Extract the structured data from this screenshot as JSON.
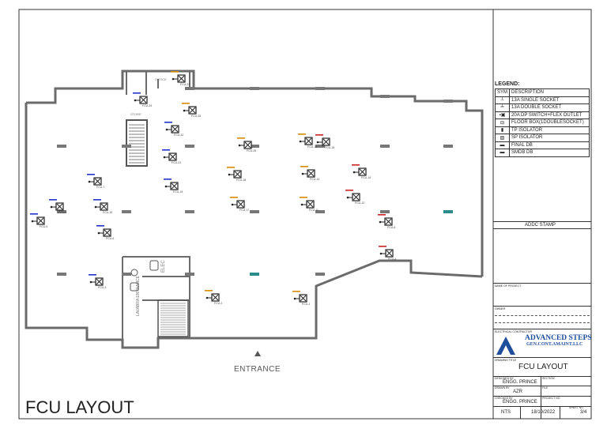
{
  "drawing_title": "FCU LAYOUT",
  "entrance_label": "ENTRANCE",
  "room_labels": {
    "office": "OFFICE",
    "store": "STORE",
    "elec": "ELEC",
    "lavabra_entrance": "LAVABRA ENTRANCE"
  },
  "fcu_units": [
    {
      "tag": "FCU-23"
    },
    {
      "tag": "FCU-24"
    },
    {
      "tag": "FCU-25"
    },
    {
      "tag": "FCU-22"
    },
    {
      "tag": "FCU-21"
    },
    {
      "tag": "FCU-20"
    },
    {
      "tag": "FCU-19"
    },
    {
      "tag": "FCU-18"
    },
    {
      "tag": "FCU-17"
    },
    {
      "tag": "FCU-16"
    },
    {
      "tag": "FCU-15"
    },
    {
      "tag": "FCU-14"
    },
    {
      "tag": "FCU-13"
    },
    {
      "tag": "FCU-12"
    },
    {
      "tag": "FCU-11"
    },
    {
      "tag": "FCU-10"
    },
    {
      "tag": "FCU-9"
    },
    {
      "tag": "FCU-8"
    },
    {
      "tag": "FCU-7"
    },
    {
      "tag": "FCU-6"
    },
    {
      "tag": "FCU-5"
    },
    {
      "tag": "FCU-4"
    },
    {
      "tag": "FCU-3"
    },
    {
      "tag": "FCU-2"
    },
    {
      "tag": "FCU-1"
    }
  ],
  "legend": {
    "title": "LEGEND:",
    "header_sym": "SYM",
    "header_desc": "DESCRIPTION",
    "items": [
      {
        "icon": "single-socket-icon",
        "desc": "13A SINGLE SOCKET"
      },
      {
        "icon": "double-socket-icon",
        "desc": "13A DOUBLE SOCKET"
      },
      {
        "icon": "dp-switch-icon",
        "desc": "20A DP SWITCH+FLEX OUTLET"
      },
      {
        "icon": "floor-box-icon",
        "desc": "FLOOR BOX(1DOUBLESOCKET)"
      },
      {
        "icon": "tp-isolator-icon",
        "desc": "TP ISOLATOR"
      },
      {
        "icon": "sp-isolator-icon",
        "desc": "SP ISOLATOR"
      },
      {
        "icon": "final-db-icon",
        "desc": "FINAL DB"
      },
      {
        "icon": "smdb-icon",
        "desc": "SMDB DB"
      }
    ]
  },
  "title_block": {
    "stamp_label": "ADDC STAMP",
    "project_label": "NAME OF PROJECT",
    "owner_label": "OWNER",
    "contractor_label": "ELECTRICAL CONTRACTOR",
    "company_line1": "ADVANCED STEPS",
    "company_line2": "GEN.CONT.AMAINT.LLC",
    "drawing_title_label": "DRAWING TITLE",
    "drawing_title": "FCU LAYOUT",
    "designed_by_label": "DESIGNED BY",
    "designed_by": "ENGG. PRINCE",
    "section_label": "SECTION",
    "drawn_by_label": "DRAWN BY",
    "drawn_by": "AZR",
    "file_label": "FILE",
    "checked_by_label": "CHECKED BY",
    "checked_by": "ENGG. PRINCE",
    "project_no_label": "PROJECT NO",
    "scale": "NTS",
    "date": "18/10/2022",
    "sheet_no_label": "SHEET NO",
    "sheet": "3/4"
  },
  "colors": {
    "wall": "#6b6b6b",
    "column": "#777777",
    "tag_blue": "#2233cc",
    "tag_red": "#cc2222",
    "tag_orange": "#d68a00",
    "teal": "#2e8b8b",
    "logo_blue": "#1f4e9c"
  }
}
